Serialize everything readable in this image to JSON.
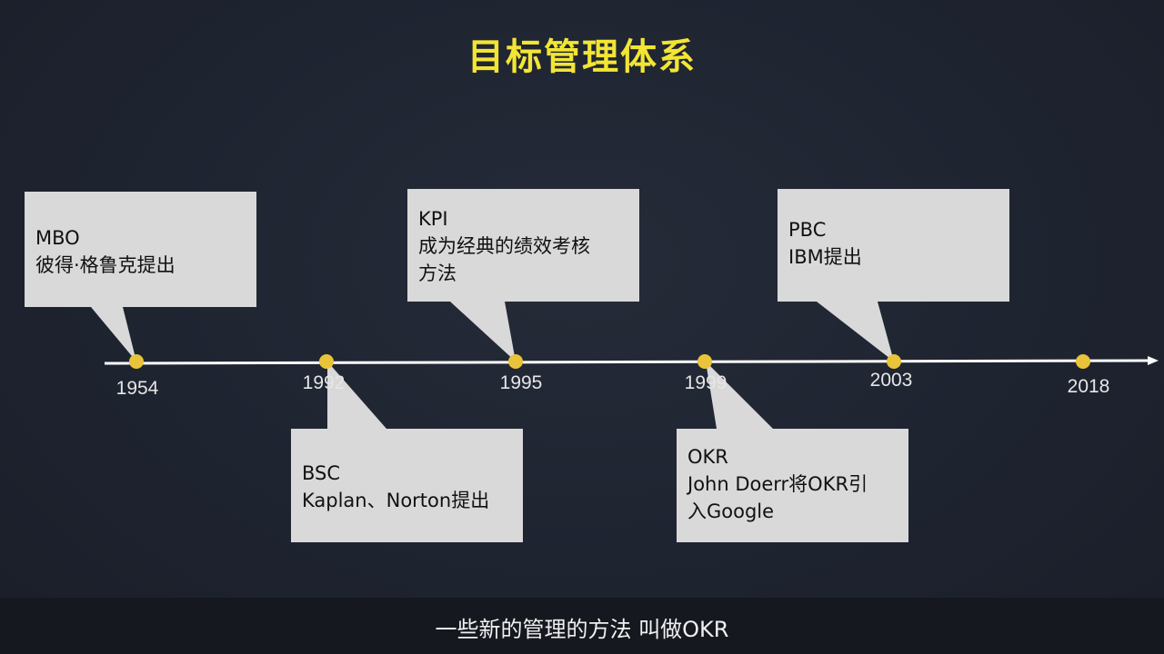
{
  "title": "目标管理体系",
  "timeline": {
    "years": [
      "1954",
      "1992",
      "1995",
      "1999",
      "2003",
      "2018"
    ],
    "dot_color": "#e9c43a",
    "axis_color": "#ffffff",
    "events": [
      {
        "line1": "MBO",
        "line2": "彼得·格鲁克提出",
        "line3": ""
      },
      {
        "line1": "BSC",
        "line2": "Kaplan、Norton提出",
        "line3": ""
      },
      {
        "line1": "KPI",
        "line2": "成为经典的绩效考核",
        "line3": "方法"
      },
      {
        "line1": "OKR",
        "line2": "John Doerr将OKR引",
        "line3": "入Google"
      },
      {
        "line1": "PBC",
        "line2": "IBM提出",
        "line3": ""
      }
    ]
  },
  "subtitle": "一些新的管理的方法 叫做OKR",
  "colors": {
    "title": "#f2e534",
    "callout_bg": "#d9d9d9",
    "background": "#1f2430"
  }
}
